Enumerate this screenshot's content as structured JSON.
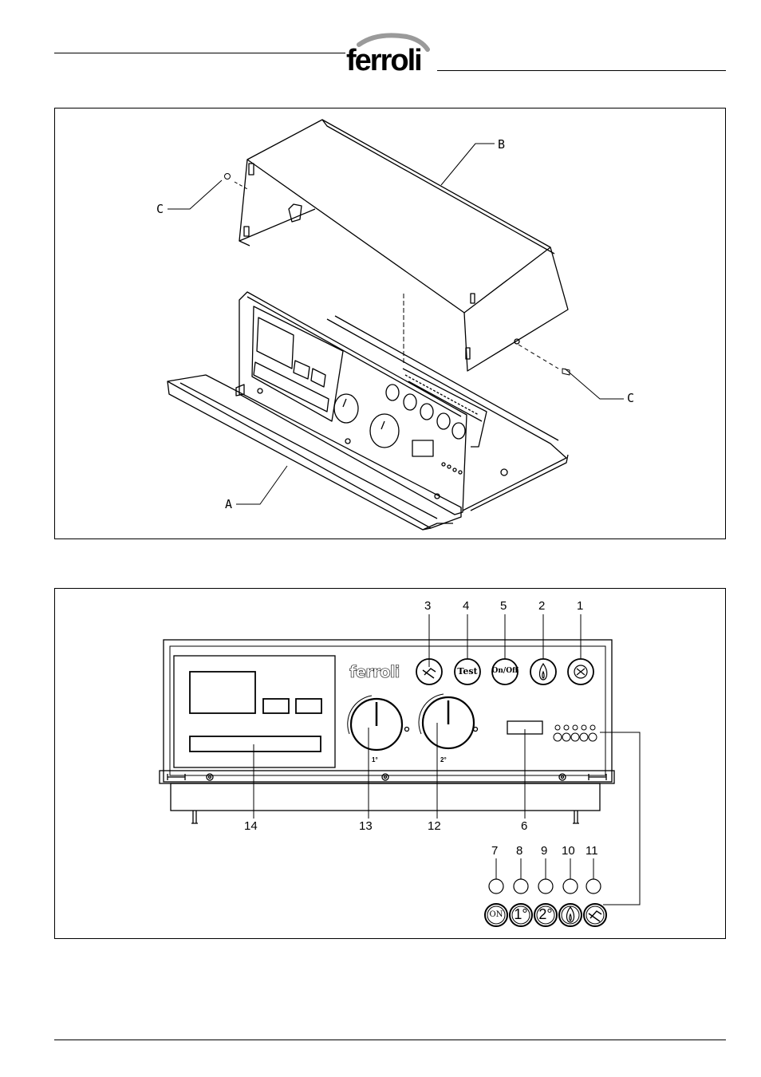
{
  "brand": {
    "name": "ferroli",
    "colors": {
      "ink": "#000000",
      "paper": "#ffffff",
      "logo_swoosh": "#9a9a9a"
    }
  },
  "figure_exploded": {
    "labels": {
      "cover": "B",
      "control_box": "A",
      "screw_left": "C",
      "screw_right": "C"
    }
  },
  "figure_panel": {
    "panel_logo": "ferroli",
    "buttons": [
      {
        "number": "3",
        "symbol": "burner-icon"
      },
      {
        "number": "4",
        "text": "Test"
      },
      {
        "number": "5",
        "text": "On/Off"
      },
      {
        "number": "2",
        "symbol": "flame-icon"
      },
      {
        "number": "1",
        "symbol": "reset-icon"
      }
    ],
    "knob_labels": {
      "first": "1°",
      "second": "2°"
    },
    "callouts": {
      "display_area": "14",
      "knob_first": "13",
      "knob_second": "12",
      "display": "6"
    },
    "leds": [
      {
        "number": "7",
        "text": "ON"
      },
      {
        "number": "8",
        "text": "1°"
      },
      {
        "number": "9",
        "text": "2°"
      },
      {
        "number": "10",
        "symbol": "flame-icon"
      },
      {
        "number": "11",
        "symbol": "burner-icon"
      }
    ]
  }
}
